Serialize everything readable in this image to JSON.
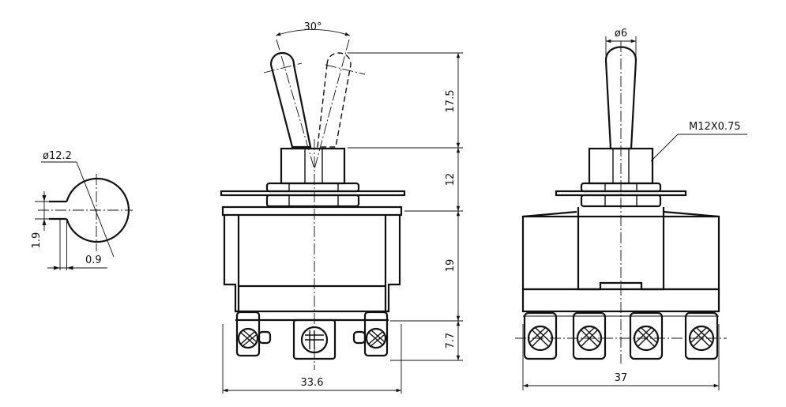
{
  "dimensions": {
    "angle": "30°",
    "lever_length": "17.5",
    "bushing_height": "12",
    "body_height": "19",
    "terminal_height": "7.7",
    "front_width": "33.6",
    "side_width": "37",
    "lever_diameter": "ø6",
    "thread": "M12X0.75",
    "nut_diameter": "ø12.2",
    "key_height": "1.9",
    "key_depth": "0.9"
  }
}
